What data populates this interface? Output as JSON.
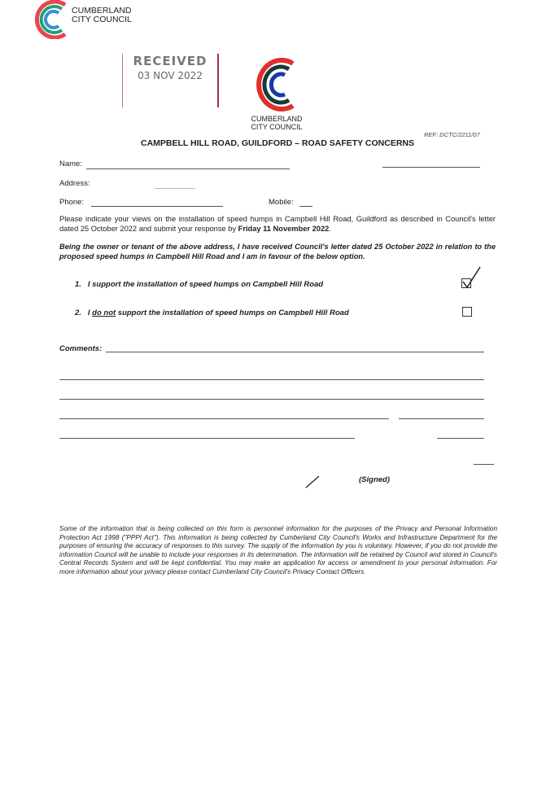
{
  "header_logo": {
    "line1": "CUMBERLAND",
    "line2": "CITY COUNCIL"
  },
  "stamp": {
    "label": "RECEIVED",
    "date": "03 NOV 2022"
  },
  "form_logo": {
    "line1": "CUMBERLAND",
    "line2": "CITY COUNCIL"
  },
  "ref": "REF: DCTC/2211/07",
  "title": "CAMPBELL HILL ROAD, GUILDFORD – ROAD SAFETY CONCERNS",
  "fields": {
    "name": "Name:",
    "address": "Address:",
    "phone": "Phone:",
    "mobile": "Mobile:"
  },
  "intro": {
    "text": "Please indicate your views on the installation of speed humps in Campbell Hill Road, Guildford as described in Council's letter dated 25 October 2022 and submit your response by ",
    "deadline": "Friday 11 November 2022",
    "end": "."
  },
  "declaration": "Being the owner or tenant of the above address, I have received Council's letter dated 25 October 2022 in relation to the proposed speed humps in Campbell Hill Road and I am in favour of the below option.",
  "options": [
    {
      "num": "1.",
      "pre": "I support the installation of speed humps on Campbell Hill Road",
      "checked": true
    },
    {
      "num": "2.",
      "pre": "I ",
      "underlined": "do not",
      "post": " support the installation of speed humps on Campbell Hill Road",
      "checked": false
    }
  ],
  "comments_label": "Comments:",
  "signed_label": "(Signed)",
  "privacy": "Some of the information that is being collected on this form is personnel information for the purposes of the Privacy and Personal Information Protection Act 1998 (\"PPPI Act\"). This information is being collected by Cumberland City Council's Works and Infrastructure Department for the purposes of ensuring the accuracy of responses to this survey. The supply of the information by you is voluntary. However, if you do not provide the information Council will be unable to include your responses in its determination. The information will be retained by Council and stored in Council's Central Records System and will be kept confidential. You may make an application for access or amendment to your personal information. For more information about your privacy please contact Cumberland City Council's Privacy Contact Officers.",
  "colors": {
    "red": "#e8454d",
    "green": "#1fa37a",
    "blue": "#3a8fd6",
    "dark": "#163a3a",
    "navy": "#1838a8"
  }
}
